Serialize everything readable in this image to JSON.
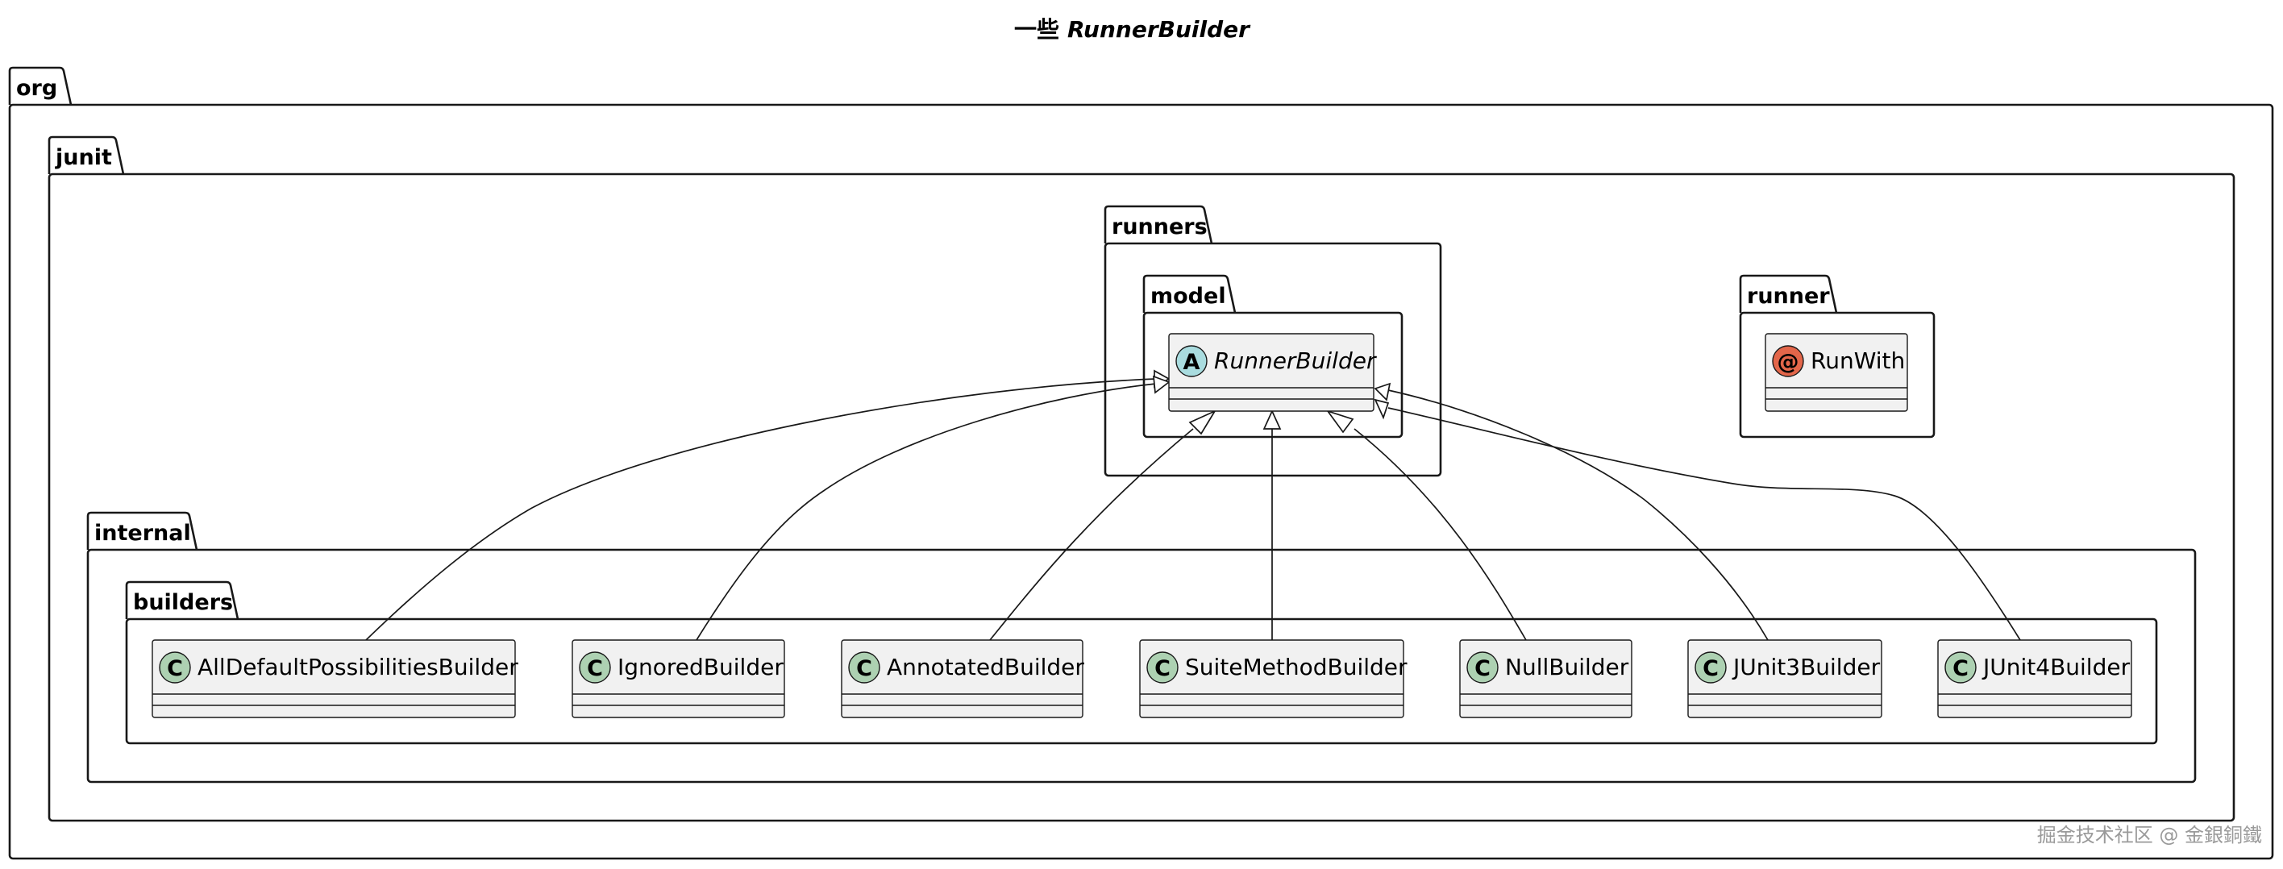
{
  "title": {
    "prefix": "一些",
    "subject": "RunnerBuilder"
  },
  "packages": {
    "org": "org",
    "junit": "junit",
    "runners": "runners",
    "model": "model",
    "runner": "runner",
    "internal": "internal",
    "builders": "builders"
  },
  "classes": {
    "runner_builder": {
      "name": "RunnerBuilder",
      "stereotype": "A",
      "kind": "abstract",
      "color": "#a9dcdf"
    },
    "run_with": {
      "name": "RunWith",
      "stereotype": "@",
      "kind": "annotation",
      "color": "#e3664a"
    },
    "builders": [
      {
        "id": "all_default",
        "name": "AllDefaultPossibilitiesBuilder",
        "stereotype": "C",
        "kind": "class"
      },
      {
        "id": "ignored",
        "name": "IgnoredBuilder",
        "stereotype": "C",
        "kind": "class"
      },
      {
        "id": "annotated",
        "name": "AnnotatedBuilder",
        "stereotype": "C",
        "kind": "class"
      },
      {
        "id": "suite_method",
        "name": "SuiteMethodBuilder",
        "stereotype": "C",
        "kind": "class"
      },
      {
        "id": "null",
        "name": "NullBuilder",
        "stereotype": "C",
        "kind": "class"
      },
      {
        "id": "junit3",
        "name": "JUnit3Builder",
        "stereotype": "C",
        "kind": "class"
      },
      {
        "id": "junit4",
        "name": "JUnit4Builder",
        "stereotype": "C",
        "kind": "class"
      }
    ],
    "class_color": "#add1b2"
  },
  "relations": [
    {
      "from": "AllDefaultPossibilitiesBuilder",
      "to": "RunnerBuilder",
      "type": "extends"
    },
    {
      "from": "IgnoredBuilder",
      "to": "RunnerBuilder",
      "type": "extends"
    },
    {
      "from": "AnnotatedBuilder",
      "to": "RunnerBuilder",
      "type": "extends"
    },
    {
      "from": "SuiteMethodBuilder",
      "to": "RunnerBuilder",
      "type": "extends"
    },
    {
      "from": "NullBuilder",
      "to": "RunnerBuilder",
      "type": "extends"
    },
    {
      "from": "JUnit3Builder",
      "to": "RunnerBuilder",
      "type": "extends"
    },
    {
      "from": "JUnit4Builder",
      "to": "RunnerBuilder",
      "type": "extends"
    }
  ],
  "watermark": "掘金技术社区 @ 金銀銅鐵"
}
